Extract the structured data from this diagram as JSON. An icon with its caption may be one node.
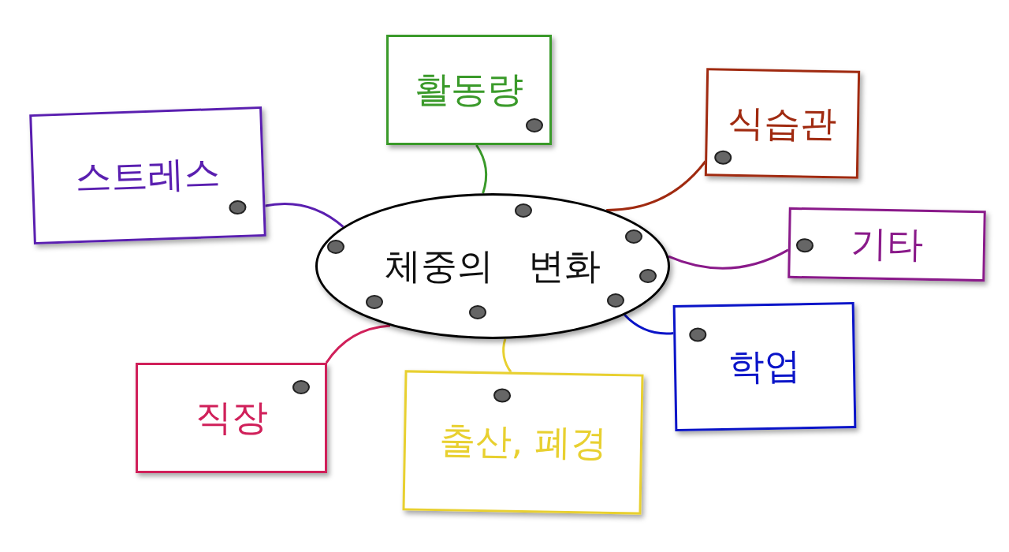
{
  "diagram": {
    "nodes": [
      {
        "text": [
          "체중의 변화"
        ]
      },
      {
        "text": [
          "스트레스"
        ]
      },
      {
        "text": [
          "활동량"
        ]
      },
      {
        "text": [
          "식습관"
        ]
      },
      {
        "text": [
          "기타"
        ]
      },
      {
        "text": [
          "학업"
        ]
      },
      {
        "text": [
          "출산, 폐경"
        ]
      },
      {
        "text": [
          "직장"
        ]
      }
    ],
    "edges": [
      {
        "from": 0,
        "to": 1,
        "arrow": "none",
        "color": "#5a1fb0"
      },
      {
        "from": 0,
        "to": 2,
        "arrow": "none",
        "color": "#3a9a2a"
      },
      {
        "from": 0,
        "to": 3,
        "arrow": "none",
        "color": "#a02a10"
      },
      {
        "from": 0,
        "to": 4,
        "arrow": "none",
        "color": "#8a1a8a"
      },
      {
        "from": 0,
        "to": 5,
        "arrow": "none",
        "color": "#0a14c8"
      },
      {
        "from": 0,
        "to": 6,
        "arrow": "none",
        "color": "#e8d030"
      },
      {
        "from": 0,
        "to": 7,
        "arrow": "none",
        "color": "#d0205a"
      }
    ]
  }
}
